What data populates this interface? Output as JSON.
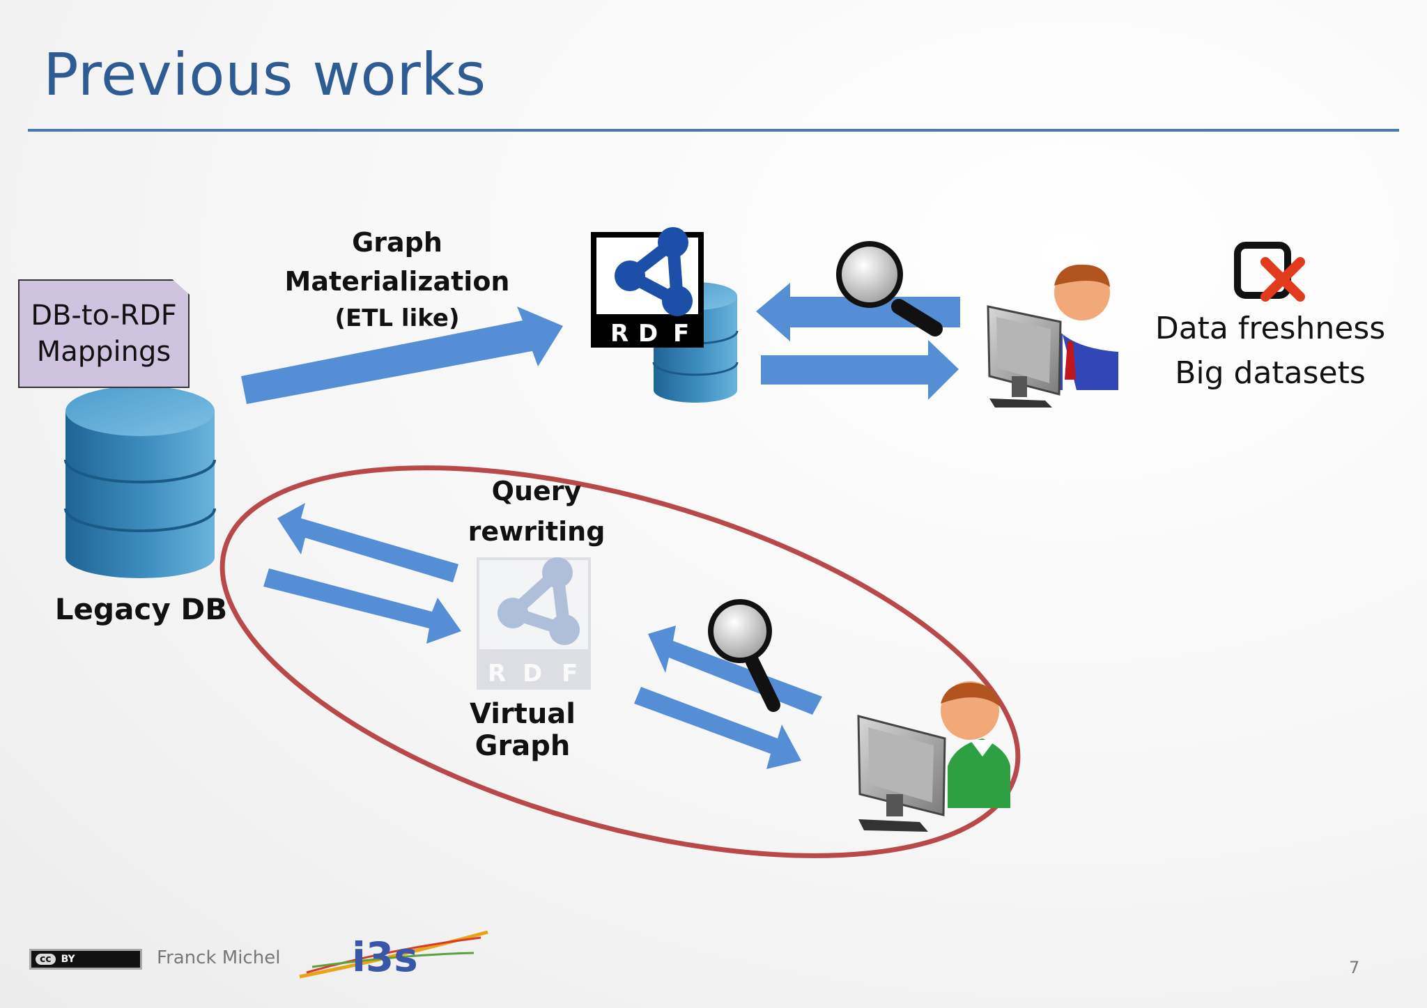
{
  "slide": {
    "title": "Previous works",
    "page_number": "7"
  },
  "labels": {
    "mappings": [
      "DB-to-RDF",
      "Mappings"
    ],
    "legacy_db": "Legacy DB",
    "materialization": [
      "Graph",
      "Materialization",
      "(ETL like)"
    ],
    "query_rewriting": [
      "Query",
      "rewriting"
    ],
    "virtual_graph": "Virtual Graph",
    "drawbacks": [
      "Data freshness",
      "Big datasets"
    ],
    "rdf_letters": [
      "R",
      "D",
      "F"
    ]
  },
  "footer": {
    "license_cc": "cc",
    "license_by": "BY",
    "author": "Franck Michel",
    "logo_text": "i3s"
  },
  "colors": {
    "title": "#2f5b93",
    "arrow": "#558ed5",
    "db": "#3f8ec0",
    "ellipse": "#b8484a",
    "mapping_box": "#cfc3e0"
  }
}
